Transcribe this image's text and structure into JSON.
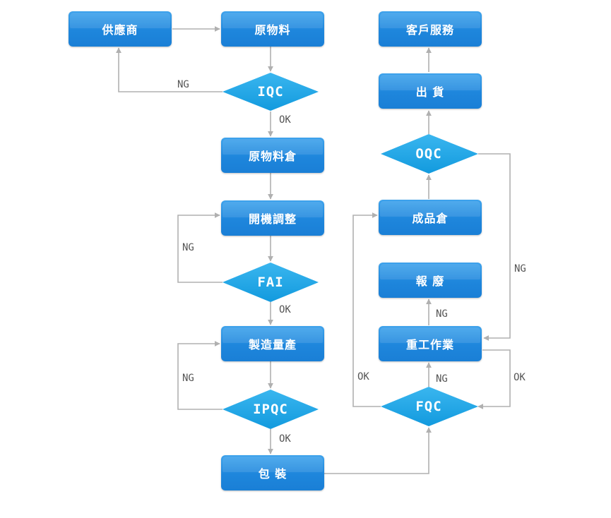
{
  "nodes": {
    "supplier": "供應商",
    "raw_material": "原物料",
    "iqc": "IQC",
    "raw_warehouse": "原物料倉",
    "machine_setup": "開機調整",
    "fai": "FAI",
    "mass_production": "製造量產",
    "ipqc": "IPQC",
    "packaging": "包 裝",
    "customer_service": "客戶服務",
    "shipping": "出 貨",
    "oqc": "OQC",
    "finished_warehouse": "成品倉",
    "scrap": "報 廢",
    "rework": "重工作業",
    "fqc": "FQC"
  },
  "edge_labels": {
    "iqc_ng": "NG",
    "iqc_ok": "OK",
    "fai_ng": "NG",
    "fai_ok": "OK",
    "ipqc_ng": "NG",
    "ipqc_ok": "OK",
    "oqc_ng": "NG",
    "rework_scrap_ng": "NG",
    "fqc_ng": "NG",
    "fqc_ok": "OK",
    "rework_ok": "OK"
  },
  "colors": {
    "node_fill": "#1e86dc",
    "diamond_fill": "#1ca3e4",
    "connector": "#b0b0b0",
    "node_text": "#ffffff"
  }
}
